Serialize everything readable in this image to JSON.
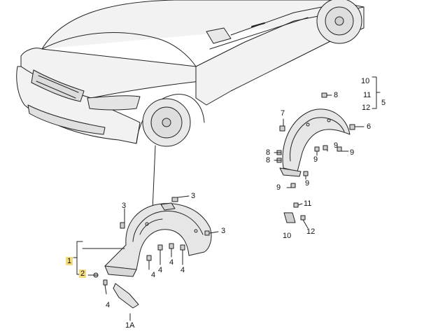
{
  "labels": {
    "n1": "1",
    "n1a": "1A",
    "n2": "2",
    "n3": "3",
    "n4": "4",
    "n5": "5",
    "n6": "6",
    "n7": "7",
    "n8": "8",
    "n9": "9",
    "n10": "10",
    "n11": "11",
    "n12": "12"
  },
  "colors": {
    "highlight": "#f3dc7b",
    "line": "#222222",
    "part_fill": "#e6e6e6",
    "car_fill": "#f2f2f2"
  }
}
